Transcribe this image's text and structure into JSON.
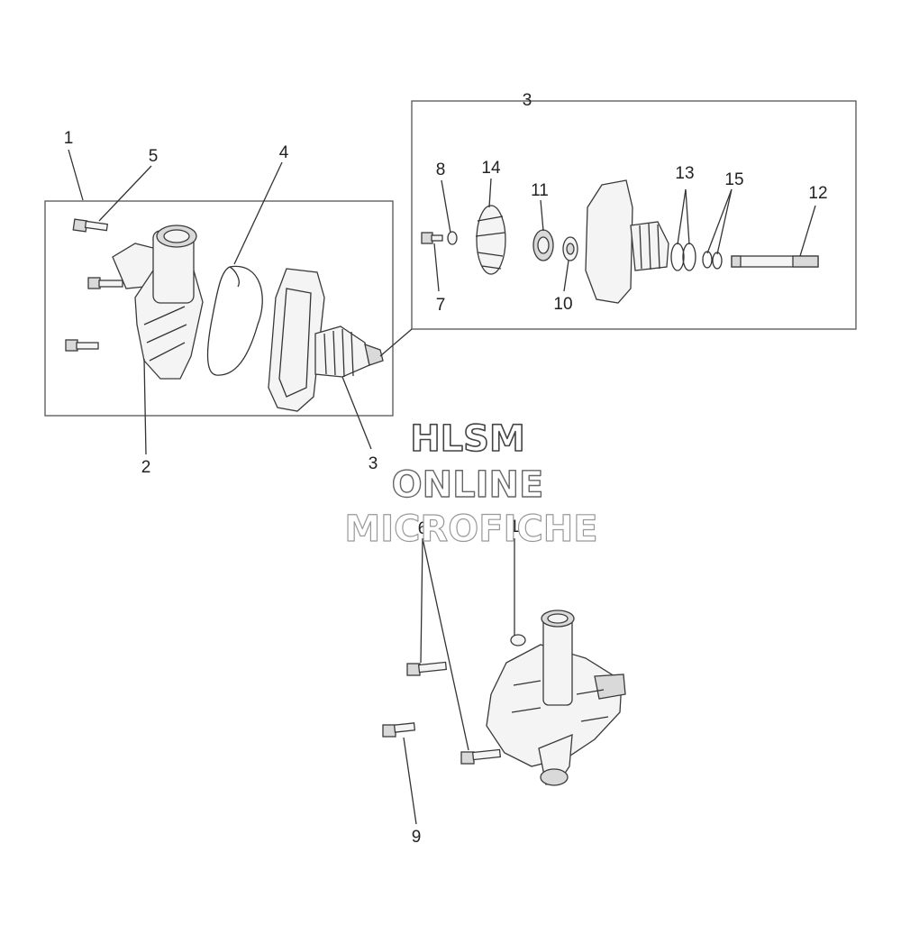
{
  "callouts": {
    "c1_top": "1",
    "c5": "5",
    "c4": "4",
    "c2": "2",
    "c3_mid": "3",
    "c3_box": "3",
    "c8": "8",
    "c14": "14",
    "c11": "11",
    "c13": "13",
    "c15": "15",
    "c12": "12",
    "c7": "7",
    "c10": "10",
    "c6": "6",
    "c1_bottom": "1",
    "c9": "9"
  },
  "watermark": {
    "line1": "HLSM",
    "line2": "ONLINE",
    "line3": "MICROFICHE"
  },
  "colors": {
    "line": "#333333",
    "part_fill": "#f4f4f4",
    "box_stroke": "#555555"
  }
}
